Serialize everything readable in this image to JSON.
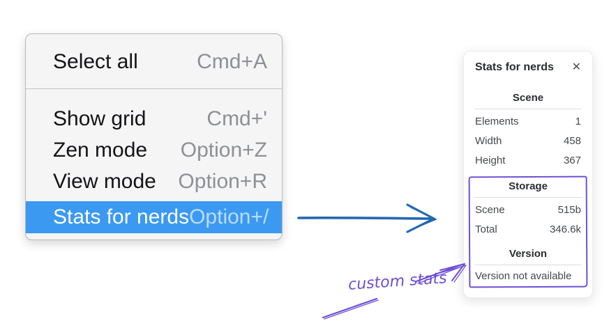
{
  "colors": {
    "menu_highlight": "#3b99f2",
    "arrow_blue": "#2268b2",
    "annotation_purple": "#6e4fd4"
  },
  "context_menu": {
    "items": [
      {
        "label": "Select all",
        "shortcut": "Cmd+A",
        "selected": false
      },
      {
        "label": "Show grid",
        "shortcut": "Cmd+'",
        "selected": false
      },
      {
        "label": "Zen mode",
        "shortcut": "Option+Z",
        "selected": false
      },
      {
        "label": "View mode",
        "shortcut": "Option+R",
        "selected": false
      },
      {
        "label": "Stats for nerds",
        "shortcut": "Option+/",
        "selected": true
      }
    ]
  },
  "stats_panel": {
    "title": "Stats for nerds",
    "close_icon": "✕",
    "sections": [
      {
        "header": "Scene",
        "rows": [
          {
            "label": "Elements",
            "value": "1"
          },
          {
            "label": "Width",
            "value": "458"
          },
          {
            "label": "Height",
            "value": "367"
          }
        ]
      },
      {
        "header": "Storage",
        "rows": [
          {
            "label": "Scene",
            "value": "515b"
          },
          {
            "label": "Total",
            "value": "346.6k"
          }
        ]
      },
      {
        "header": "Version",
        "note": "Version not available"
      }
    ]
  },
  "annotation": {
    "label": "custom stats"
  }
}
